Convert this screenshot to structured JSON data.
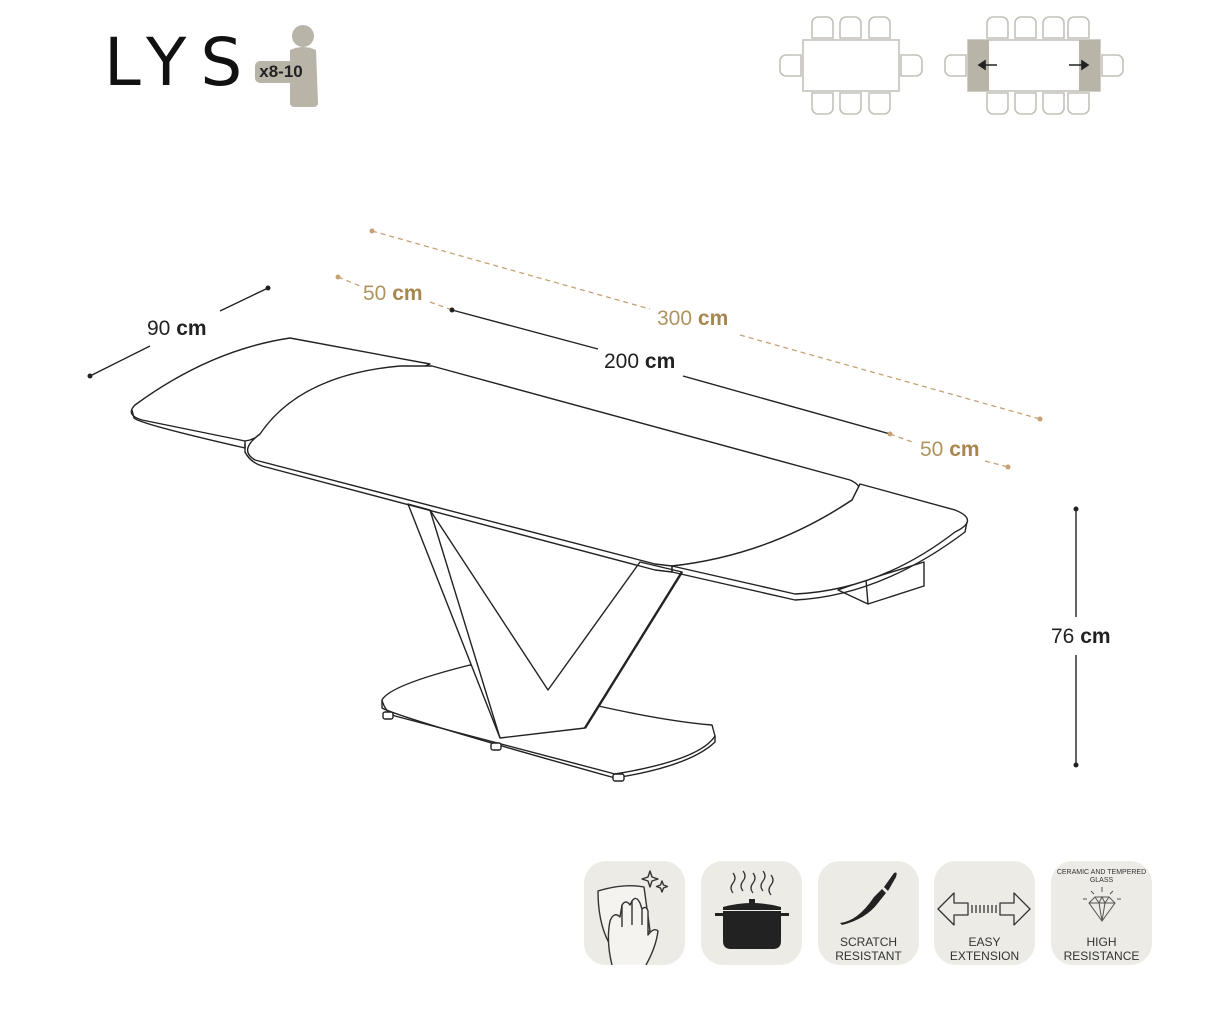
{
  "product": {
    "name": "LYS",
    "seats": "x8-10"
  },
  "dimensions": {
    "depth": {
      "value": "90",
      "unit": "cm"
    },
    "length_closed": {
      "value": "200",
      "unit": "cm"
    },
    "length_open": {
      "value": "300",
      "unit": "cm"
    },
    "extension_left": {
      "value": "50",
      "unit": "cm"
    },
    "extension_right": {
      "value": "50",
      "unit": "cm"
    },
    "height": {
      "value": "76",
      "unit": "cm"
    }
  },
  "features": [
    {
      "icon": "cleaning-hand-icon",
      "label": ""
    },
    {
      "icon": "hot-pot-icon",
      "label": ""
    },
    {
      "icon": "knife-icon",
      "label": "SCRATCH RESISTANT"
    },
    {
      "icon": "extension-arrows-icon",
      "label": "EASY EXTENSION"
    },
    {
      "icon": "diamond-icon",
      "label": "HIGH RESISTANCE",
      "caption": "CERAMIC AND TEMPERED GLASS"
    }
  ],
  "colors": {
    "gold": "#b0935f",
    "line": "#222222",
    "icon_grey": "#bdbab2",
    "feature_bg": "#ecebe6"
  }
}
